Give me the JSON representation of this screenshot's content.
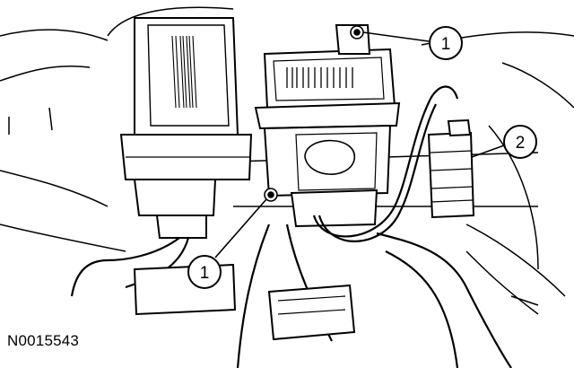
{
  "figure_id": "N0015543",
  "callouts": [
    {
      "number": "1",
      "refers_to": "bolt"
    },
    {
      "number": "1",
      "refers_to": "bolt"
    },
    {
      "number": "2",
      "refers_to": "electrical-connector"
    }
  ],
  "colors": {
    "line": "#000000",
    "background": "#ffffff"
  }
}
